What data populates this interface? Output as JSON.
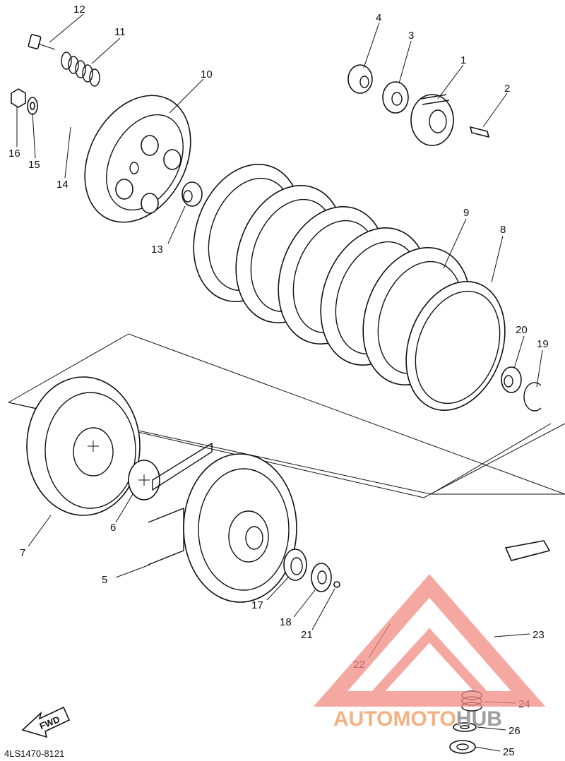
{
  "diagram_code": "4LS1470-8121",
  "fwd_label": "FWD",
  "watermark": {
    "part1": "AUTOMOTO",
    "part2": "HUB",
    "color1": "#f4b183",
    "color2": "#9e9e9e",
    "logo_color": "#f28b82"
  },
  "callouts": {
    "c1": "1",
    "c2": "2",
    "c3": "3",
    "c4": "4",
    "c5": "5",
    "c6": "6",
    "c7": "7",
    "c8": "8",
    "c9": "9",
    "c10": "10",
    "c11": "11",
    "c12": "12",
    "c13": "13",
    "c14": "14",
    "c15": "15",
    "c16": "16",
    "c17": "17",
    "c18": "18",
    "c19": "19",
    "c20": "20",
    "c21": "21",
    "c22": "22",
    "c23": "23",
    "c24": "24",
    "c25": "25",
    "c26": "26"
  }
}
